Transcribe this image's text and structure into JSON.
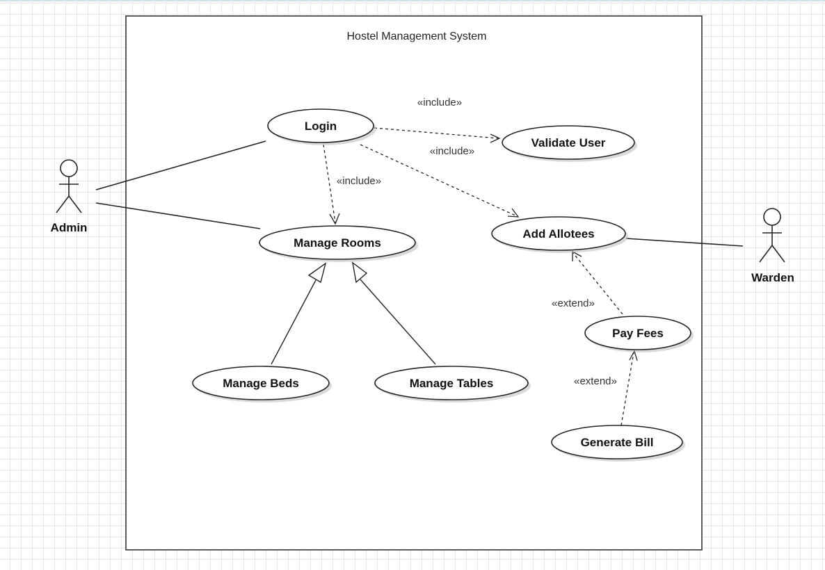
{
  "diagram": {
    "system_title": "Hostel Management System",
    "actors": [
      {
        "id": "admin",
        "label": "Admin"
      },
      {
        "id": "warden",
        "label": "Warden"
      }
    ],
    "use_cases": [
      {
        "id": "login",
        "label": "Login"
      },
      {
        "id": "validate-user",
        "label": "Validate User"
      },
      {
        "id": "manage-rooms",
        "label": "Manage Rooms"
      },
      {
        "id": "add-allotees",
        "label": "Add Allotees"
      },
      {
        "id": "manage-beds",
        "label": "Manage Beds"
      },
      {
        "id": "manage-tables",
        "label": "Manage Tables"
      },
      {
        "id": "pay-fees",
        "label": "Pay Fees"
      },
      {
        "id": "generate-bill",
        "label": "Generate Bill"
      }
    ],
    "relations": [
      {
        "type": "association",
        "from": "admin",
        "to": "login"
      },
      {
        "type": "association",
        "from": "admin",
        "to": "manage-rooms"
      },
      {
        "type": "association",
        "from": "warden",
        "to": "add-allotees"
      },
      {
        "type": "include",
        "from": "login",
        "to": "validate-user",
        "label": "«include»"
      },
      {
        "type": "include",
        "from": "login",
        "to": "add-allotees",
        "label": "«include»"
      },
      {
        "type": "include",
        "from": "login",
        "to": "manage-rooms",
        "label": "«include»"
      },
      {
        "type": "generalization",
        "from": "manage-beds",
        "to": "manage-rooms"
      },
      {
        "type": "generalization",
        "from": "manage-tables",
        "to": "manage-rooms"
      },
      {
        "type": "extend",
        "from": "pay-fees",
        "to": "add-allotees",
        "label": "«extend»"
      },
      {
        "type": "extend",
        "from": "generate-bill",
        "to": "pay-fees",
        "label": "«extend»"
      }
    ]
  }
}
